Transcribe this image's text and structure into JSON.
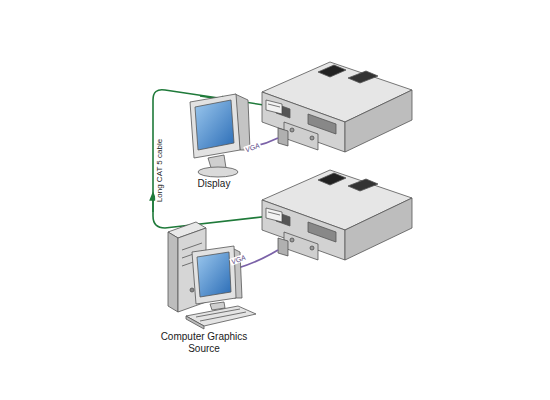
{
  "diagram": {
    "nodes": [
      {
        "text": [
          "Display"
        ]
      },
      {
        "text": [
          "Computer Graphics Source"
        ]
      }
    ],
    "labels": [
      "Long CAT 5 cable",
      "VGA",
      "VGA"
    ]
  }
}
